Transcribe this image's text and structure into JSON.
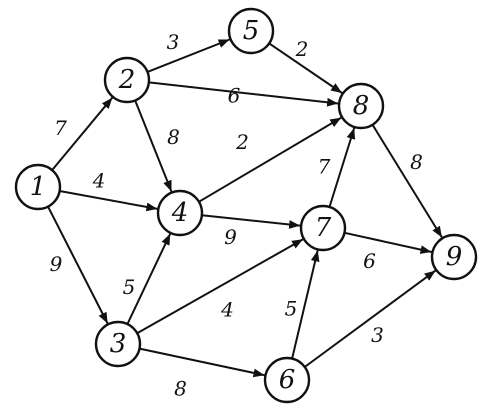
{
  "graph": {
    "nodes": [
      {
        "id": "1",
        "label": "1"
      },
      {
        "id": "2",
        "label": "2"
      },
      {
        "id": "3",
        "label": "3"
      },
      {
        "id": "4",
        "label": "4"
      },
      {
        "id": "5",
        "label": "5"
      },
      {
        "id": "6",
        "label": "6"
      },
      {
        "id": "7",
        "label": "7"
      },
      {
        "id": "8",
        "label": "8"
      },
      {
        "id": "9",
        "label": "9"
      }
    ],
    "edges": [
      {
        "from": "1",
        "to": "2",
        "label": "7"
      },
      {
        "from": "1",
        "to": "4",
        "label": "4"
      },
      {
        "from": "1",
        "to": "3",
        "label": "9"
      },
      {
        "from": "2",
        "to": "5",
        "label": "3"
      },
      {
        "from": "2",
        "to": "8",
        "label": "6"
      },
      {
        "from": "2",
        "to": "4",
        "label": "8"
      },
      {
        "from": "5",
        "to": "8",
        "label": "2"
      },
      {
        "from": "4",
        "to": "8",
        "label": "2"
      },
      {
        "from": "4",
        "to": "7",
        "label": "9"
      },
      {
        "from": "3",
        "to": "4",
        "label": "5"
      },
      {
        "from": "3",
        "to": "7",
        "label": "4"
      },
      {
        "from": "3",
        "to": "6",
        "label": "8"
      },
      {
        "from": "6",
        "to": "7",
        "label": "5"
      },
      {
        "from": "6",
        "to": "9",
        "label": "3"
      },
      {
        "from": "7",
        "to": "8",
        "label": "7"
      },
      {
        "from": "7",
        "to": "9",
        "label": "6"
      },
      {
        "from": "8",
        "to": "9",
        "label": "8"
      }
    ]
  }
}
